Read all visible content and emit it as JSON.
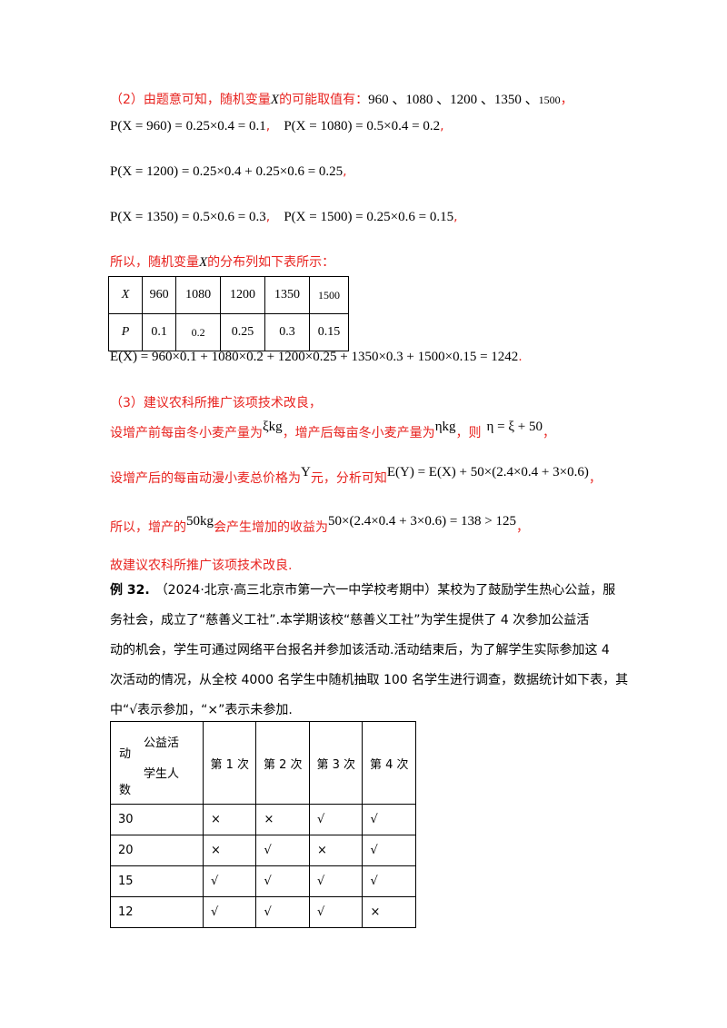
{
  "part2": {
    "intro": "（2）由题意可知，随机变量",
    "intro_var": "X",
    "intro_rest": "的可能取值有：",
    "values_main": "960 、1080 、1200 、1350 、",
    "values_last": "1500",
    "tail": "，",
    "eq1a": "P(X = 960) = 0.25×0.4 = 0.1",
    "eq1b": "P(X = 1080) = 0.5×0.4 = 0.2",
    "eq2": "P(X = 1200) = 0.25×0.4 + 0.25×0.6 = 0.25",
    "eq3a": "P(X = 1350) = 0.5×0.6 = 0.3",
    "eq3b": "P(X = 1500) = 0.25×0.6 = 0.15",
    "comma": ",",
    "dist_intro": "所以，随机变量",
    "dist_var": "X",
    "dist_rest": "的分布列如下表所示：",
    "dist_table": {
      "row1": [
        "X",
        "960",
        "1080",
        "1200",
        "1350",
        "1500"
      ],
      "row2": [
        "P",
        "0.1",
        "0.2",
        "0.25",
        "0.3",
        "0.15"
      ]
    },
    "expectation": "E(X) = 960×0.1 + 1080×0.2 + 1200×0.25 + 1350×0.3 + 1500×0.15 = 1242",
    "period": "."
  },
  "part3": {
    "title": "（3）建议农科所推广该项技术改良，",
    "l1a": "设增产前每亩冬小麦产量为",
    "l1_xi": "ξkg",
    "l1b": "，增产后每亩冬小麦产量为",
    "l1_eta": "ηkg",
    "l1c": "，则",
    "l1_eq": "η = ξ + 50",
    "l1_end": "，",
    "l2a": "设增产后的每亩动漫小麦总价格为",
    "l2_y": "Y",
    "l2b": "元，分析可知",
    "l2_eq": "E(Y) = E(X) + 50×(2.4×0.4 + 3×0.6)",
    "l2_end": "，",
    "l3a": "所以，增产的",
    "l3_kg": "50kg",
    "l3b": "会产生增加的收益为",
    "l3_eq": "50×(2.4×0.4 + 3×0.6) = 138 > 125",
    "l3_end": "，",
    "conclusion": "故建议农科所推广该项技术改良."
  },
  "example32": {
    "label": "例 32.",
    "text1": "（2024·北京·高三北京市第一六一中学校考期中）某校为了鼓励学生热心公益，服",
    "text2": "务社会，成立了“慈善义工社”.本学期该校“慈善义工社”为学生提供了 4 次参加公益活",
    "text3": "动的机会，学生可通过网络平台报名并参加该活动.活动结束后，为了解学生实际参加这 4",
    "text4": "次活动的情况，从全校 4000 名学生中随机抽取 100 名学生进行调查，数据统计如下表，其",
    "text5": "中“√表示参加，“×”表示未参加.",
    "table": {
      "header_top": "公益活",
      "header_dong": "动",
      "header_mid": "学生人",
      "header_shu": "数",
      "cols": [
        "第 1 次",
        "第 2 次",
        "第 3 次",
        "第 4 次"
      ],
      "rows": [
        [
          "30",
          "×",
          "×",
          "√",
          "√"
        ],
        [
          "20",
          "×",
          "√",
          "×",
          "√"
        ],
        [
          "15",
          "√",
          "√",
          "√",
          "√"
        ],
        [
          "12",
          "√",
          "√",
          "√",
          "×"
        ]
      ]
    }
  }
}
